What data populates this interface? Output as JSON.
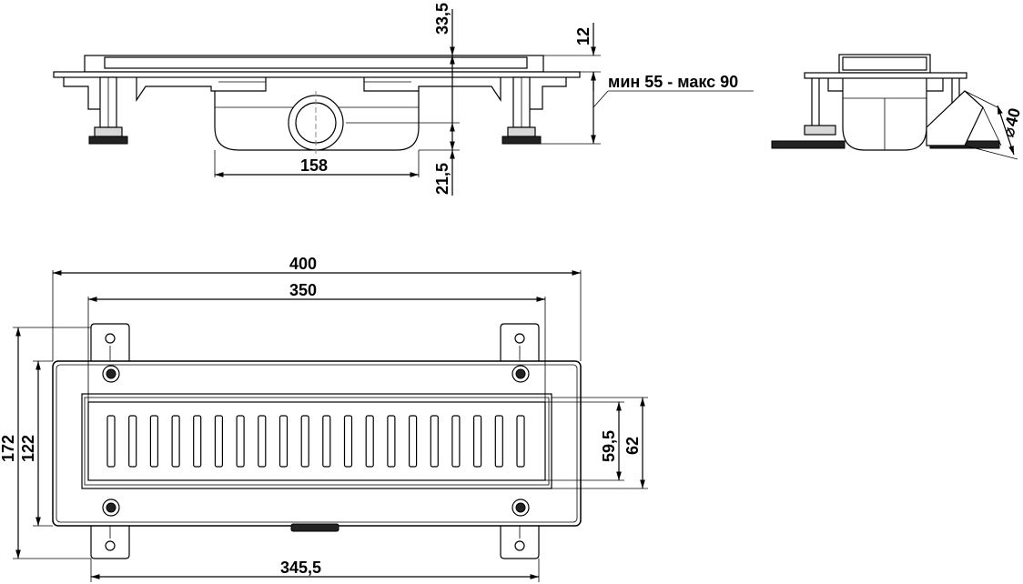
{
  "dimensions": {
    "width_158": "158",
    "height_33_5": "33,5",
    "height_21_5": "21,5",
    "height_12": "12",
    "range_label": "мин 55 - макс 90",
    "diameter_40": "40",
    "diameter_symbol": "⌀",
    "length_400": "400",
    "length_350": "350",
    "length_345_5": "345,5",
    "height_172": "172",
    "height_122": "122",
    "width_59_5": "59,5",
    "width_62": "62"
  },
  "grate": {
    "slot_count": 20
  }
}
